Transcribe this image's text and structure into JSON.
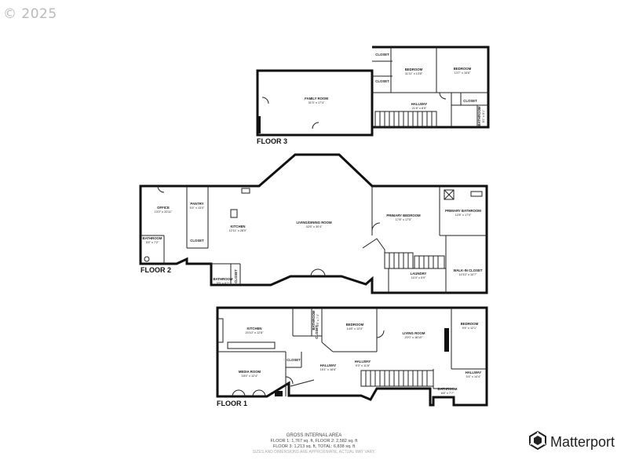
{
  "copyright": "© 2025",
  "floors": [
    {
      "label": "FLOOR 3",
      "rooms": [
        {
          "id": "f3-family",
          "name": "FAMILY ROOM",
          "dims": "31'3\" x 17'4\""
        },
        {
          "id": "f3-closet-a",
          "name": "CLOSET",
          "dims": ""
        },
        {
          "id": "f3-closet-b",
          "name": "CLOSET",
          "dims": ""
        },
        {
          "id": "f3-bed-a",
          "name": "BEDROOM",
          "dims": "11'11\" x 13'8\""
        },
        {
          "id": "f3-bed-b",
          "name": "BEDROOM",
          "dims": "13'7\" x 15'6\""
        },
        {
          "id": "f3-closet-c",
          "name": "CLOSET",
          "dims": ""
        },
        {
          "id": "f3-hall",
          "name": "HALLWAY",
          "dims": "21'8\" x 8'5\""
        },
        {
          "id": "f3-bath",
          "name": "BATHROOM",
          "dims": "8'1\" x 5'1\""
        }
      ]
    },
    {
      "label": "FLOOR 2",
      "rooms": [
        {
          "id": "f2-office",
          "name": "OFFICE",
          "dims": "13'2\" x 20'11\""
        },
        {
          "id": "f2-pantry",
          "name": "PANTRY",
          "dims": "5'4\" x 13'0\""
        },
        {
          "id": "f2-closet",
          "name": "CLOSET",
          "dims": ""
        },
        {
          "id": "f2-kitchen",
          "name": "KITCHEN",
          "dims": "12'11\" x 28'0\""
        },
        {
          "id": "f2-bath-a",
          "name": "BATHROOM",
          "dims": "5'5\" x 7'2\""
        },
        {
          "id": "f2-living",
          "name": "LIVING/DINING ROOM",
          "dims": "42'8\" x 30'4\""
        },
        {
          "id": "f2-bath-b",
          "name": "BATHROOM",
          "dims": "5'5\" x 6'2\""
        },
        {
          "id": "f2-closet-b",
          "name": "CLOSET",
          "dims": ""
        },
        {
          "id": "f2-primary-bed",
          "name": "PRIMARY BEDROOM",
          "dims": "17'8\" x 17'5\""
        },
        {
          "id": "f2-primary-bath",
          "name": "PRIMARY BATHROOM",
          "dims": "12'8\" x 17'0\""
        },
        {
          "id": "f2-laundry",
          "name": "LAUNDRY",
          "dims": "10'4\" x 5'9\""
        },
        {
          "id": "f2-walkin",
          "name": "WALK-IN CLOSET",
          "dims": "10'10\" x 10'7\""
        }
      ]
    },
    {
      "label": "FLOOR 1",
      "rooms": [
        {
          "id": "f1-kitchen",
          "name": "KITCHEN",
          "dims": "20'10\" x 12'8\""
        },
        {
          "id": "f1-bath-a",
          "name": "BATHROOM",
          "dims": "5'5\" x 7'4\""
        },
        {
          "id": "f1-closet-a",
          "name": "CLOSET",
          "dims": ""
        },
        {
          "id": "f1-bed-a",
          "name": "BEDROOM",
          "dims": "14'8\" x 12'0\""
        },
        {
          "id": "f1-living",
          "name": "LIVING ROOM",
          "dims": "20'0\" x 16'10\""
        },
        {
          "id": "f1-bed-b",
          "name": "BEDROOM",
          "dims": "9'4\" x 12'1\""
        },
        {
          "id": "f1-media",
          "name": "MEDIA ROOM",
          "dims": "18'4\" x 12'4\""
        },
        {
          "id": "f1-closet-b",
          "name": "CLOSET",
          "dims": ""
        },
        {
          "id": "f1-hall-a",
          "name": "HALLWAY",
          "dims": "15'1\" x 16'6\""
        },
        {
          "id": "f1-hall-b",
          "name": "HALLWAY",
          "dims": "9'3\" x 11'8\""
        },
        {
          "id": "f1-hall-c",
          "name": "HALLWAY",
          "dims": "5'4\" x 14'4\""
        },
        {
          "id": "f1-bath-b",
          "name": "BATHROOM",
          "dims": "6'8\" x 7'7\""
        }
      ]
    }
  ],
  "area": {
    "title": "GROSS INTERNAL AREA",
    "line1": "FLOOR 1: 1,767 sq. ft, FLOOR 2: 2,582 sq. ft",
    "line2": "FLOOR 3: 1,213 sq. ft, TOTAL: 6,838 sq. ft",
    "note": "SIZES AND DIMENSIONS ARE APPROXIMATE, ACTUAL MAY VARY."
  },
  "brand": {
    "name": "Matterport",
    "icon": "matterport-logo-icon"
  }
}
